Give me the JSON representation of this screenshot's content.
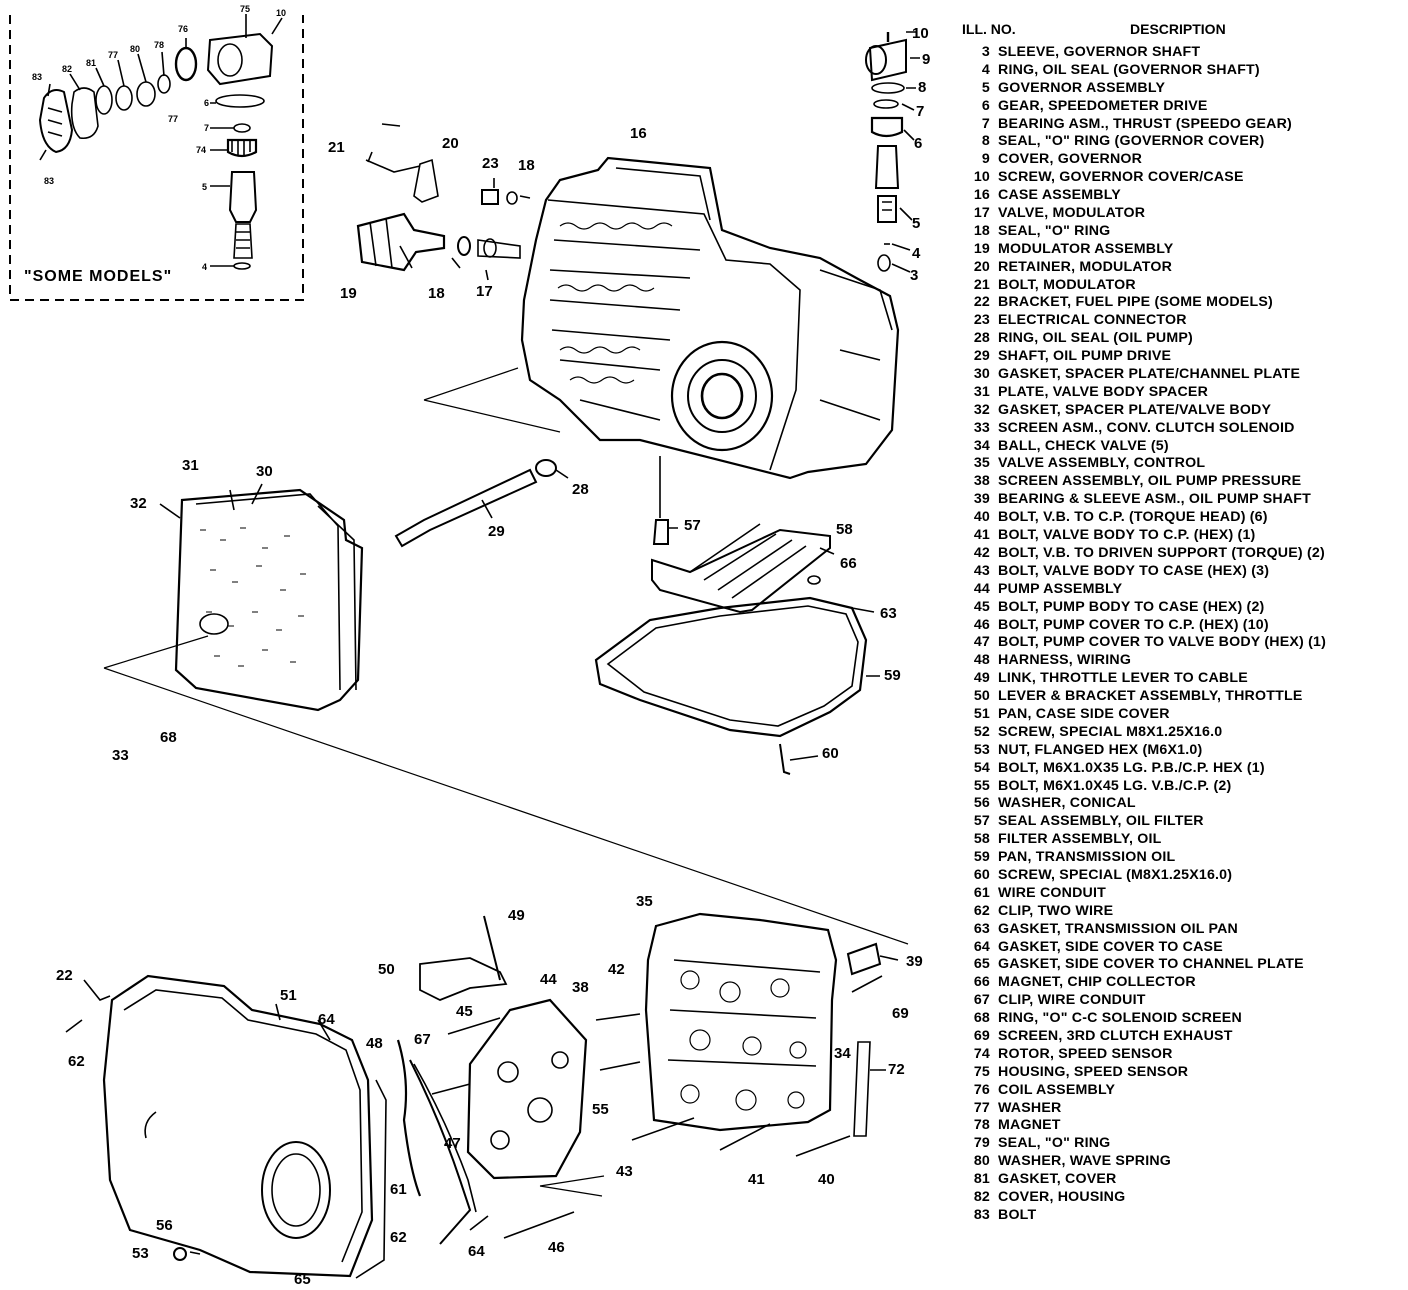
{
  "inset": {
    "label": "\"SOME MODELS\""
  },
  "legend": {
    "col_number": "ILL. NO.",
    "col_description": "DESCRIPTION",
    "items": [
      {
        "no": "3",
        "desc": "SLEEVE, GOVERNOR SHAFT"
      },
      {
        "no": "4",
        "desc": "RING, OIL SEAL (GOVERNOR SHAFT)"
      },
      {
        "no": "5",
        "desc": "GOVERNOR ASSEMBLY"
      },
      {
        "no": "6",
        "desc": "GEAR, SPEEDOMETER DRIVE"
      },
      {
        "no": "7",
        "desc": "BEARING ASM., THRUST (SPEEDO GEAR)"
      },
      {
        "no": "8",
        "desc": "SEAL, \"O\" RING (GOVERNOR COVER)"
      },
      {
        "no": "9",
        "desc": "COVER, GOVERNOR"
      },
      {
        "no": "10",
        "desc": "SCREW, GOVERNOR COVER/CASE"
      },
      {
        "no": "16",
        "desc": "CASE ASSEMBLY"
      },
      {
        "no": "17",
        "desc": "VALVE, MODULATOR"
      },
      {
        "no": "18",
        "desc": "SEAL, \"O\" RING"
      },
      {
        "no": "19",
        "desc": "MODULATOR ASSEMBLY"
      },
      {
        "no": "20",
        "desc": "RETAINER, MODULATOR"
      },
      {
        "no": "21",
        "desc": "BOLT, MODULATOR"
      },
      {
        "no": "22",
        "desc": "BRACKET, FUEL PIPE (SOME MODELS)"
      },
      {
        "no": "23",
        "desc": "ELECTRICAL CONNECTOR"
      },
      {
        "no": "28",
        "desc": "RING, OIL SEAL (OIL PUMP)"
      },
      {
        "no": "29",
        "desc": "SHAFT, OIL PUMP DRIVE"
      },
      {
        "no": "30",
        "desc": "GASKET, SPACER PLATE/CHANNEL PLATE"
      },
      {
        "no": "31",
        "desc": "PLATE, VALVE BODY SPACER"
      },
      {
        "no": "32",
        "desc": "GASKET, SPACER PLATE/VALVE BODY"
      },
      {
        "no": "33",
        "desc": "SCREEN ASM., CONV. CLUTCH SOLENOID"
      },
      {
        "no": "34",
        "desc": "BALL, CHECK VALVE (5)"
      },
      {
        "no": "35",
        "desc": "VALVE ASSEMBLY, CONTROL"
      },
      {
        "no": "38",
        "desc": "SCREEN ASSEMBLY, OIL PUMP PRESSURE"
      },
      {
        "no": "39",
        "desc": "BEARING & SLEEVE ASM., OIL PUMP SHAFT"
      },
      {
        "no": "40",
        "desc": "BOLT, V.B. TO C.P. (TORQUE HEAD) (6)"
      },
      {
        "no": "41",
        "desc": "BOLT, VALVE BODY TO C.P. (HEX) (1)"
      },
      {
        "no": "42",
        "desc": "BOLT, V.B. TO DRIVEN SUPPORT (TORQUE) (2)"
      },
      {
        "no": "43",
        "desc": "BOLT, VALVE BODY TO CASE (HEX) (3)"
      },
      {
        "no": "44",
        "desc": "PUMP ASSEMBLY"
      },
      {
        "no": "45",
        "desc": "BOLT, PUMP BODY TO CASE (HEX) (2)"
      },
      {
        "no": "46",
        "desc": "BOLT, PUMP COVER TO C.P. (HEX) (10)"
      },
      {
        "no": "47",
        "desc": "BOLT, PUMP COVER TO VALVE BODY (HEX) (1)"
      },
      {
        "no": "48",
        "desc": "HARNESS, WIRING"
      },
      {
        "no": "49",
        "desc": "LINK, THROTTLE LEVER TO CABLE"
      },
      {
        "no": "50",
        "desc": "LEVER & BRACKET ASSEMBLY, THROTTLE"
      },
      {
        "no": "51",
        "desc": "PAN, CASE SIDE COVER"
      },
      {
        "no": "52",
        "desc": "SCREW, SPECIAL M8X1.25X16.0"
      },
      {
        "no": "53",
        "desc": "NUT, FLANGED HEX (M6X1.0)"
      },
      {
        "no": "54",
        "desc": "BOLT, M6X1.0X35 LG. P.B./C.P. HEX (1)"
      },
      {
        "no": "55",
        "desc": "BOLT, M6X1.0X45 LG. V.B./C.P. (2)"
      },
      {
        "no": "56",
        "desc": "WASHER, CONICAL"
      },
      {
        "no": "57",
        "desc": "SEAL ASSEMBLY, OIL FILTER"
      },
      {
        "no": "58",
        "desc": "FILTER ASSEMBLY, OIL"
      },
      {
        "no": "59",
        "desc": "PAN, TRANSMISSION OIL"
      },
      {
        "no": "60",
        "desc": "SCREW, SPECIAL (M8X1.25X16.0)"
      },
      {
        "no": "61",
        "desc": "WIRE CONDUIT"
      },
      {
        "no": "62",
        "desc": "CLIP, TWO WIRE"
      },
      {
        "no": "63",
        "desc": "GASKET, TRANSMISSION OIL PAN"
      },
      {
        "no": "64",
        "desc": "GASKET, SIDE COVER TO CASE"
      },
      {
        "no": "65",
        "desc": "GASKET, SIDE COVER TO CHANNEL PLATE"
      },
      {
        "no": "66",
        "desc": "MAGNET, CHIP COLLECTOR"
      },
      {
        "no": "67",
        "desc": "CLIP, WIRE CONDUIT"
      },
      {
        "no": "68",
        "desc": "RING, \"O\" C-C SOLENOID SCREEN"
      },
      {
        "no": "69",
        "desc": "SCREEN, 3RD CLUTCH EXHAUST"
      },
      {
        "no": "74",
        "desc": "ROTOR, SPEED SENSOR"
      },
      {
        "no": "75",
        "desc": "HOUSING, SPEED SENSOR"
      },
      {
        "no": "76",
        "desc": "COIL ASSEMBLY"
      },
      {
        "no": "77",
        "desc": "WASHER"
      },
      {
        "no": "78",
        "desc": "MAGNET"
      },
      {
        "no": "79",
        "desc": "SEAL, \"O\" RING"
      },
      {
        "no": "80",
        "desc": "WASHER, WAVE SPRING"
      },
      {
        "no": "81",
        "desc": "GASKET, COVER"
      },
      {
        "no": "82",
        "desc": "COVER, HOUSING"
      },
      {
        "no": "83",
        "desc": "BOLT"
      }
    ]
  },
  "callouts": {
    "c3": "3",
    "c4": "4",
    "c5": "5",
    "c6": "6",
    "c7": "7",
    "c8": "8",
    "c9": "9",
    "c10": "10",
    "c16": "16",
    "c17": "17",
    "c18a": "18",
    "c18b": "18",
    "c19": "19",
    "c20": "20",
    "c21": "21",
    "c22": "22",
    "c23": "23",
    "c28": "28",
    "c29": "29",
    "c30": "30",
    "c31": "31",
    "c32": "32",
    "c33": "33",
    "c34": "34",
    "c35": "35",
    "c38": "38",
    "c39": "39",
    "c40": "40",
    "c41": "41",
    "c42": "42",
    "c43": "43",
    "c44": "44",
    "c45": "45",
    "c46": "46",
    "c47": "47",
    "c48": "48",
    "c49": "49",
    "c50": "50",
    "c51": "51",
    "c55": "55",
    "c56": "56",
    "c53": "53",
    "c57": "57",
    "c58": "58",
    "c60": "60",
    "c61": "61",
    "c62a": "62",
    "c62b": "62",
    "c63": "63",
    "c64a": "64",
    "c64b": "64",
    "c65": "65",
    "c66": "66",
    "c67": "67",
    "c68": "68",
    "c69": "69",
    "c72": "72",
    "c59": "59",
    "i75": "75",
    "i10": "10",
    "i76": "76",
    "i78": "78",
    "i77a": "77",
    "i80": "80",
    "i81": "81",
    "i82": "82",
    "i6": "6",
    "i7": "7",
    "i74": "74",
    "i5": "5",
    "i4": "4",
    "i83": "83",
    "i77b": "77"
  }
}
